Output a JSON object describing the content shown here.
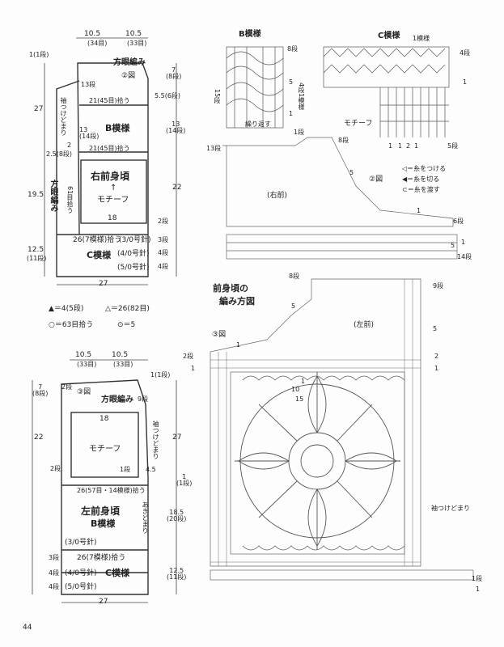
{
  "page_number": "44",
  "schematic_right": {
    "w1": "10.5",
    "w1_sts": "(34目)",
    "w2": "10.5",
    "w2_sts": "(33目)",
    "row1": "1(1段)",
    "fig": "②図",
    "hogan": "方眼編み",
    "r13": "13段",
    "pick21_45": "21(45目)拾う",
    "b_pattern": "B模様",
    "r13_14": "13\n(14段)",
    "pick21": "21(45目)拾う",
    "two": "2",
    "r25_8": "2.5(8段)",
    "front_right": "右前身頃",
    "arrow": "↑",
    "motif": "モチーフ",
    "h27": "27",
    "h195": "19.5",
    "h125": "12.5",
    "h125_rows": "(11段)",
    "sleeve": "袖つけどまり",
    "hogan_side": "方眼編み",
    "pick61": "61目拾う",
    "n18": "18",
    "pick26": "26(7模様)拾う",
    "needle3": "(3/0号針)",
    "c_pattern": "C模様",
    "needle4": "(4/0号針)",
    "needle5": "(5/0号針)",
    "bottom27": "27",
    "r3": "3段",
    "r4a": "4段",
    "r4b": "4段",
    "r2": "2段",
    "rv7": "7\n(8段)",
    "rv55": "5.5(6段)",
    "rv13": "13\n(14段)",
    "rv22": "22"
  },
  "legend": {
    "tri_fill": "▲＝4(5段)",
    "tri_open": "△＝26(82目)",
    "circle": "○＝63目拾う",
    "dot": "⊙＝5"
  },
  "schematic_left": {
    "w1": "10.5",
    "w1_sts": "(33目)",
    "w2": "10.5",
    "w2_sts": "(33目)",
    "row1": "1(1段)",
    "rv7": "7\n(8段)",
    "fig": "③図",
    "hogan": "方眼編み",
    "r2a": "2段",
    "r9": "9段",
    "n18": "18",
    "motif": "モチーフ",
    "h22": "22",
    "h27": "27",
    "sleeve": "袖つけどまり",
    "r1": "1段",
    "n45": "4.5",
    "r2b": "2段",
    "pick26_57": "26(57目・14模様)拾う",
    "opening": "あきどまり",
    "front_left": "左前身頃",
    "b_pattern": "B模様",
    "rv1": "1\n(1段)",
    "rv185": "18.5\n(20段)",
    "needle3": "(3/0号針)",
    "pick26": "26(7模様)拾う",
    "r3": "3段",
    "c_pattern": "C模様",
    "needle4": "(4/0号針)",
    "r4a": "4段",
    "needle5": "(5/0号針)",
    "r4b": "4段",
    "h125": "12.5\n(11段)",
    "bottom27": "27"
  },
  "chart_b": {
    "title": "B模様",
    "r8": "8段",
    "r5": "5",
    "r41": "4段1模様",
    "r1": "1",
    "repeat": "繰り返す",
    "r15": "15段"
  },
  "chart_c": {
    "title": "C模様",
    "repeat": "1模様",
    "r4": "4段",
    "r1": "1",
    "motif": "モチーフ",
    "nums": [
      "1",
      "1",
      "2",
      "1"
    ],
    "r5": "5段"
  },
  "fig2": {
    "r1": "1段",
    "r8": "8段",
    "r13": "13段",
    "r5": "5",
    "label": "②図",
    "sub": "(右前)",
    "r6": "6段",
    "r1b": "1",
    "r14": "14段",
    "r1c": "1",
    "r5b": "5",
    "key_attach": "◁＝糸をつける",
    "key_cut": "◀＝糸を切る",
    "key_pass": "⊂＝糸を渡す"
  },
  "fig3": {
    "head1": "前身頃の",
    "head2": "編み方図",
    "label": "③図",
    "r8": "8段",
    "r9": "9段",
    "r5": "5",
    "r5b": "5",
    "r1": "1",
    "r2": "2段",
    "r1b": "1",
    "r2r": "2",
    "r1r": "1",
    "sub": "(左前)",
    "n1": "1",
    "n10": "10",
    "n15": "15",
    "sleeve": "袖つけどまり",
    "r1d": "1段",
    "r1e": "1"
  }
}
